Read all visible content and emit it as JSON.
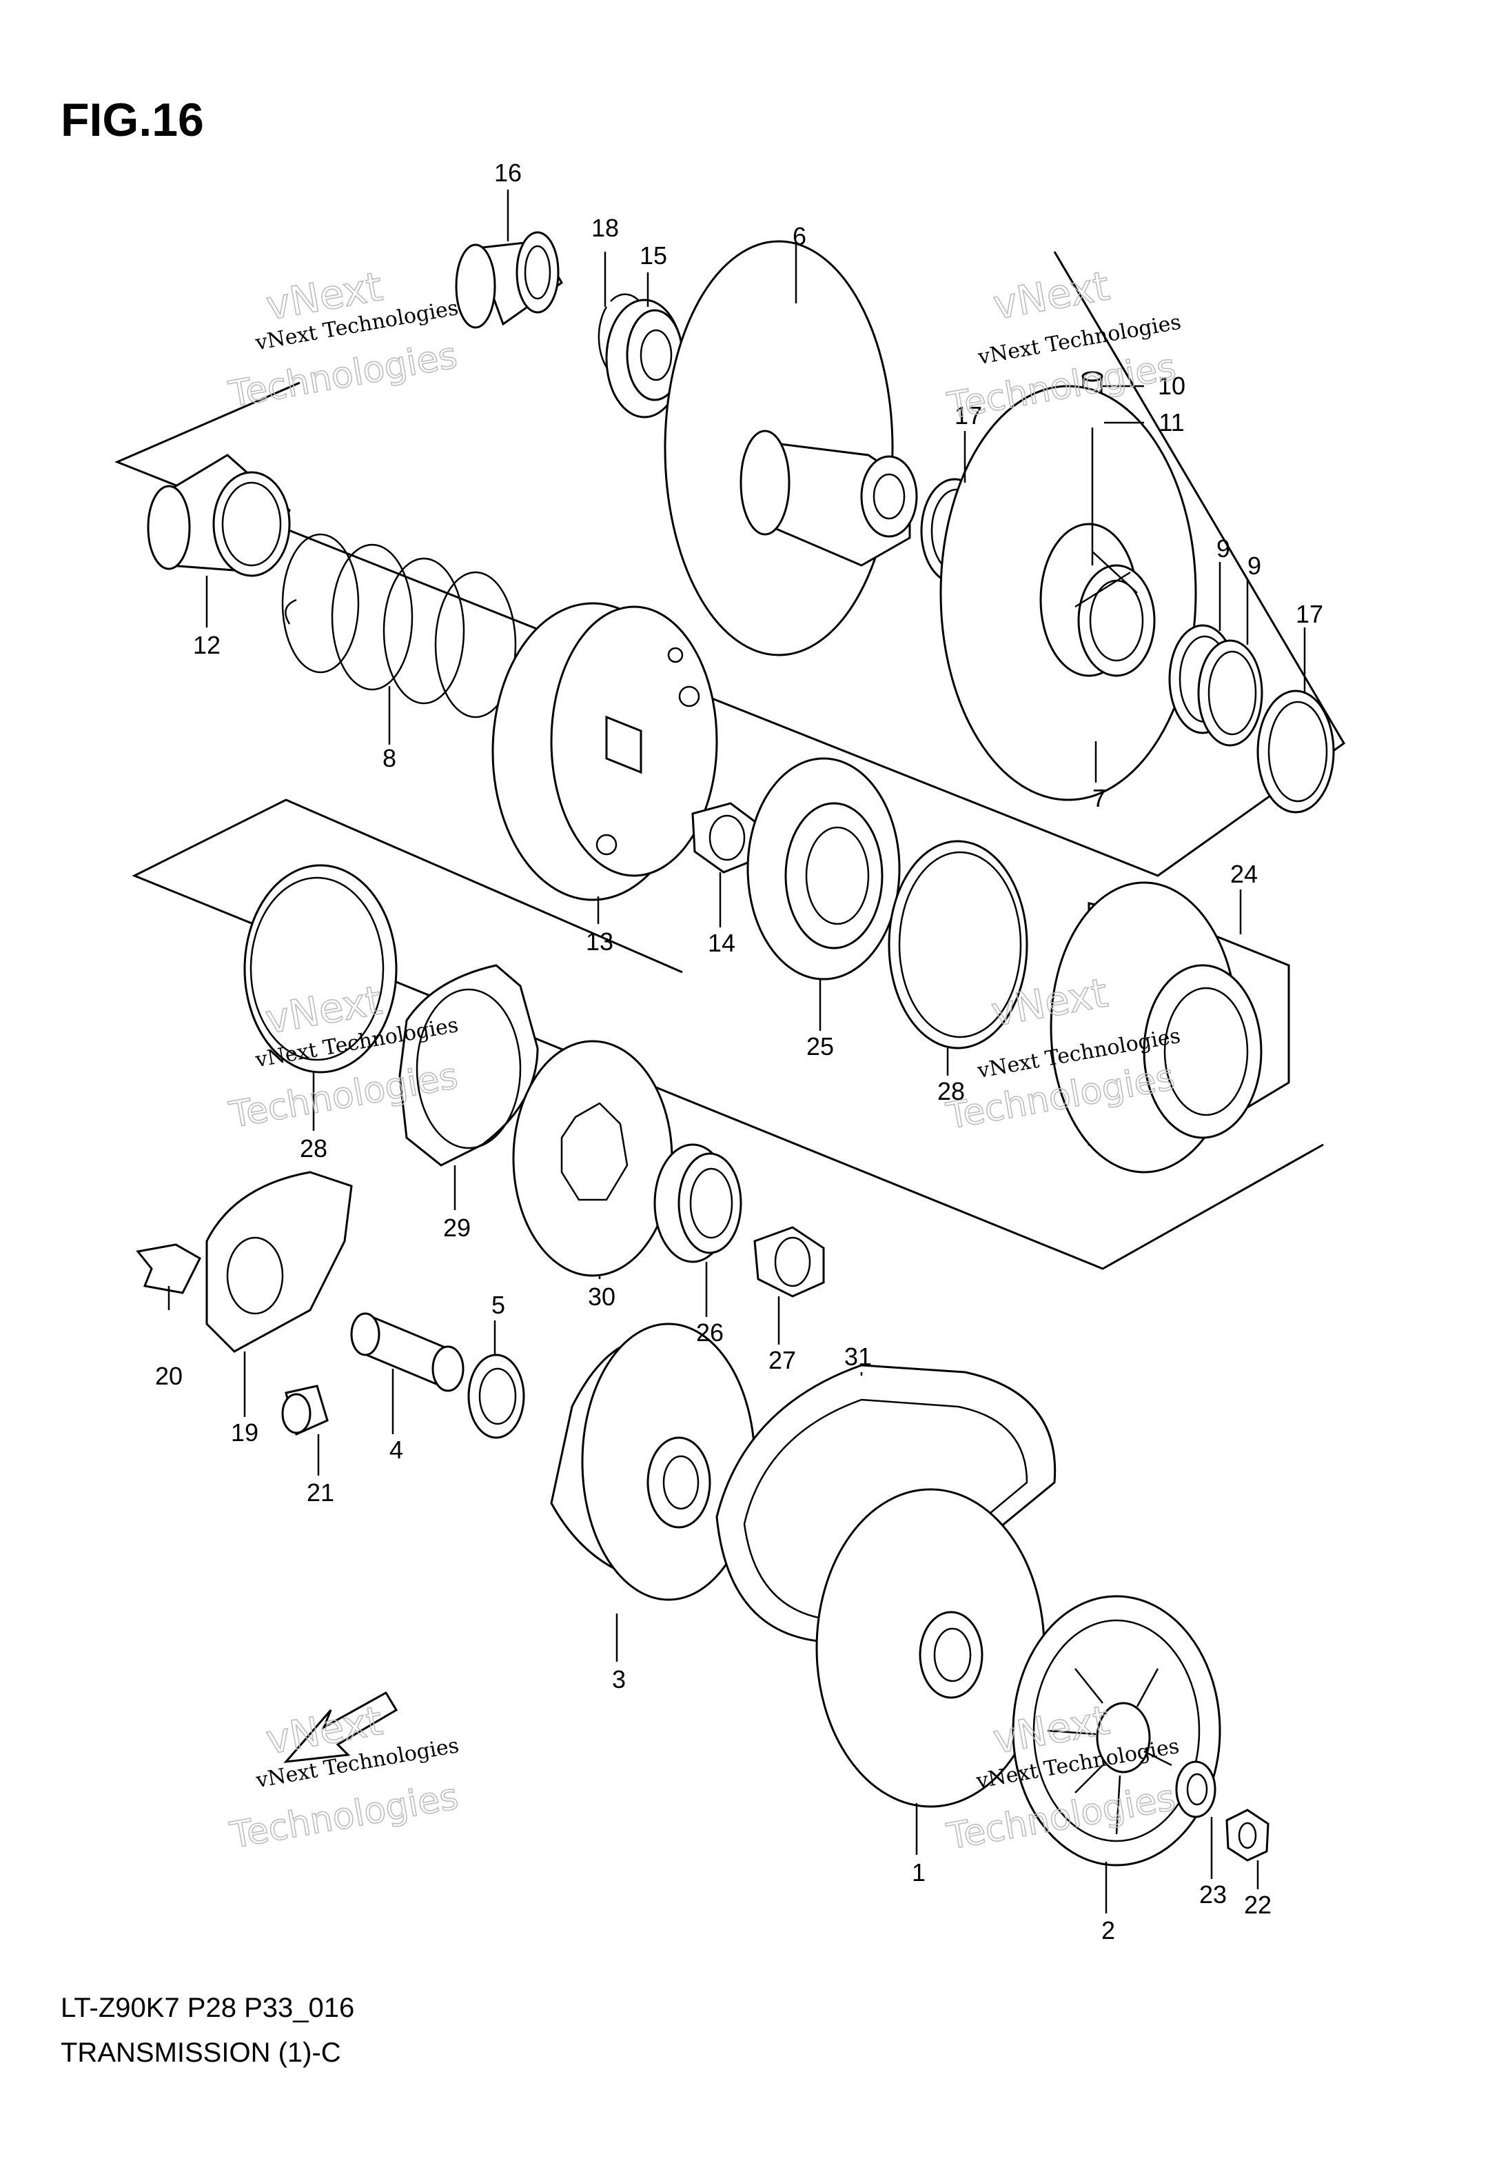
{
  "figure": {
    "title": "FIG.16",
    "model_code": "LT-Z90K7 P28 P33_016",
    "section_name": "TRANSMISSION (1)-C"
  },
  "watermark": {
    "company": "vNext Technologies",
    "brand_top": "vNext",
    "brand_bottom": "Technologies"
  },
  "callouts": {
    "c1": "1",
    "c2": "2",
    "c3": "3",
    "c4": "4",
    "c5": "5",
    "c6": "6",
    "c7": "7",
    "c8": "8",
    "c9a": "9",
    "c9b": "9",
    "c10": "10",
    "c11": "11",
    "c12": "12",
    "c13": "13",
    "c14": "14",
    "c15": "15",
    "c16": "16",
    "c17a": "17",
    "c17b": "17",
    "c18": "18",
    "c19": "19",
    "c20": "20",
    "c21": "21",
    "c22": "22",
    "c23": "23",
    "c24": "24",
    "c25": "25",
    "c26": "26",
    "c27": "27",
    "c28a": "28",
    "c28b": "28",
    "c29": "29",
    "c30": "30",
    "c31": "31"
  }
}
